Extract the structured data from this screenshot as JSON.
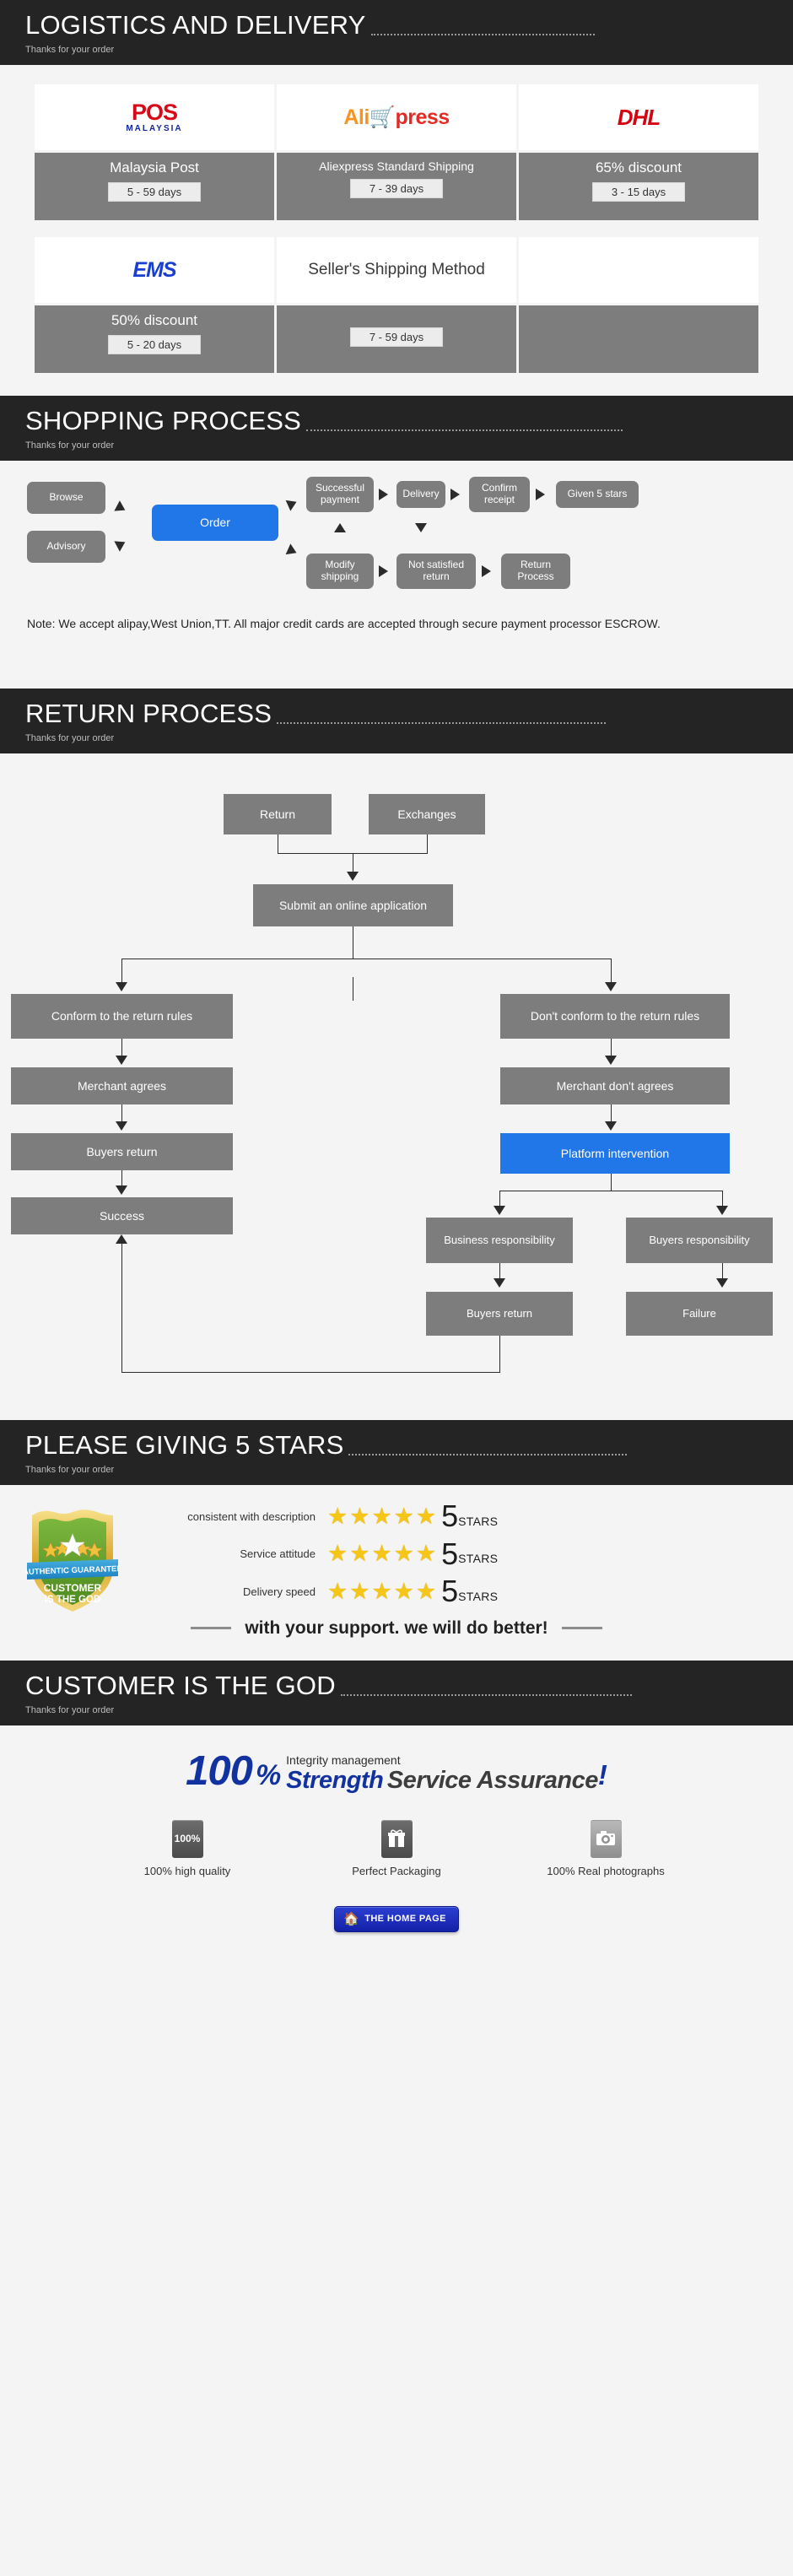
{
  "sections": {
    "logistics": {
      "title": "LOGISTICS AND DELIVERY",
      "subtitle": "Thanks for your order"
    },
    "shopping": {
      "title": "SHOPPING PROCESS",
      "subtitle": "Thanks for your order"
    },
    "returns": {
      "title": "RETURN PROCESS",
      "subtitle": "Thanks for your order"
    },
    "stars": {
      "title": "PLEASE GIVING 5 STARS",
      "subtitle": "Thanks for your order"
    },
    "god": {
      "title": "CUSTOMER IS THE GOD",
      "subtitle": "Thanks for your order"
    }
  },
  "logistics_table": {
    "rows": [
      [
        {
          "logo": "pos-malaysia-logo",
          "logo_main": "POS",
          "logo_sub": "MALAYSIA",
          "name": "Malaysia Post",
          "days": "5 - 59 days"
        },
        {
          "logo": "aliexpress-logo",
          "logo_ali": "Ali",
          "logo_x": "x",
          "logo_press": "press",
          "name": "Aliexpress Standard Shipping",
          "days": "7 - 39 days"
        },
        {
          "logo": "dhl-logo",
          "logo_main": "DHL",
          "name": "65% discount",
          "days": "3 - 15 days"
        }
      ],
      [
        {
          "logo": "ems-logo",
          "logo_main": "EMS",
          "name": "50% discount",
          "days": "5 - 20 days"
        },
        {
          "logo": "sellers-shipping-method-text",
          "logo_main": "Seller's Shipping Method",
          "name": "",
          "days": "7 - 59 days"
        },
        {
          "logo": "",
          "logo_main": "",
          "name": "",
          "days": ""
        }
      ]
    ]
  },
  "shopping_flow": {
    "nodes": {
      "browse": "Browse",
      "advisory": "Advisory",
      "order": "Order",
      "successful_payment": "Successful payment",
      "delivery": "Delivery",
      "confirm_receipt": "Confirm receipt",
      "given_5_stars": "Given 5 stars",
      "modify_shipping": "Modify shipping",
      "not_satisfied_return": "Not satisfied return",
      "return_process": "Return Process"
    },
    "note": "Note: We accept alipay,West Union,TT. All major credit cards are accepted through secure payment processor ESCROW."
  },
  "return_flow": {
    "nodes": {
      "return": "Return",
      "exchanges": "Exchanges",
      "submit_application": "Submit an online application",
      "conform_rules": "Conform to the return rules",
      "dont_conform_rules": "Don't conform to the return rules",
      "merchant_agrees": "Merchant agrees",
      "merchant_dont_agrees": "Merchant don't agrees",
      "buyers_return_left": "Buyers return",
      "platform_intervention": "Platform intervention",
      "success": "Success",
      "business_responsibility": "Business responsibility",
      "buyers_responsibility": "Buyers responsibility",
      "buyers_return_right": "Buyers return",
      "failure": "Failure"
    }
  },
  "ratings": {
    "badge": {
      "ribbon": "AUTHENTIC GUARANTEE",
      "line1": "CUSTOMER",
      "line2": "IS THE GOD"
    },
    "rows": [
      {
        "label": "consistent with description",
        "stars": 5,
        "score": "5",
        "unit": "STARS"
      },
      {
        "label": "Service attitude",
        "stars": 5,
        "score": "5",
        "unit": "STARS"
      },
      {
        "label": "Delivery speed",
        "stars": 5,
        "score": "5",
        "unit": "STARS"
      }
    ],
    "support_text": "with your support. we will do better!"
  },
  "promo": {
    "hundred": "100",
    "percent": "%",
    "integrity": "Integrity management",
    "strength": "Strength",
    "service_assurance": "Service Assurance",
    "exclaim": "!",
    "features": [
      {
        "icon": "percent-100-icon",
        "icon_text": "100%",
        "label": "100% high quality"
      },
      {
        "icon": "gift-box-icon",
        "icon_text": "Ἰ1",
        "label": "Perfect Packaging"
      },
      {
        "icon": "camera-icon",
        "icon_text": "◉",
        "label": "100% Real photographs"
      }
    ],
    "home_button": {
      "icon": "home-icon",
      "label": "THE HOME PAGE"
    }
  },
  "colors": {
    "bar_bg": "#242424",
    "page_bg": "#f4f4f4",
    "node_gray": "#7d7d7d",
    "node_blue": "#2176e8",
    "star_yellow": "#f5c518",
    "brand_blue": "#1232a0"
  }
}
